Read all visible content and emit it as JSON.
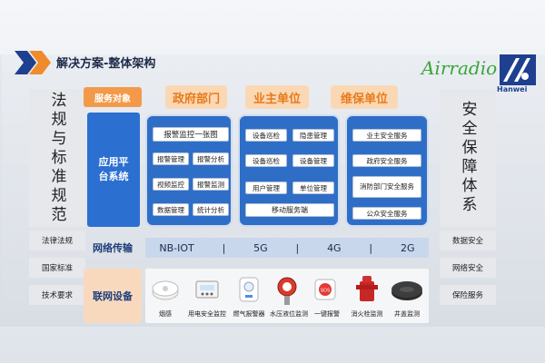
{
  "header": {
    "title": "解决方案-整体架构"
  },
  "brand": {
    "left_logo": "Airradio",
    "right_logo": "Hanwei"
  },
  "left_panel": {
    "main": "法规与标准规范",
    "items": [
      "法律法规",
      "国家标准",
      "技术要求"
    ]
  },
  "right_panel": {
    "main": "安全保障体系",
    "items": [
      "数据安全",
      "网络安全",
      "保险服务"
    ]
  },
  "service_target": {
    "label": "服务对象",
    "tags": [
      "政府部门",
      "业主单位",
      "维保单位"
    ]
  },
  "platform": {
    "label_line1": "应用平",
    "label_line2": "台系统",
    "gov": {
      "head": "报警监控一张图",
      "items": [
        "报警管理",
        "报警分析",
        "视频监控",
        "报警监测",
        "数据管理",
        "统计分析"
      ]
    },
    "owner": {
      "items": [
        "设备巡检",
        "隐患管理",
        "设备巡检",
        "设备管理",
        "用户管理",
        "单位管理"
      ],
      "footer": "移动服务端"
    },
    "maint": {
      "items": [
        "业主安全服务",
        "政府安全服务",
        "消防部门安全服务",
        "公众安全服务"
      ]
    }
  },
  "network": {
    "label": "网络传输",
    "items": [
      "NB-IOT",
      "5G",
      "4G",
      "2G"
    ],
    "separator": "|"
  },
  "devices": {
    "label": "联网设备",
    "items": [
      "烟感",
      "用电安全监控",
      "燃气报警器",
      "水压液位监测",
      "一键报警",
      "消火栓监测",
      "井盖监测"
    ]
  },
  "colors": {
    "accent_blue": "#2f6ec7",
    "accent_orange": "#f39a4a",
    "tag_bg": "#fbd8b4"
  }
}
